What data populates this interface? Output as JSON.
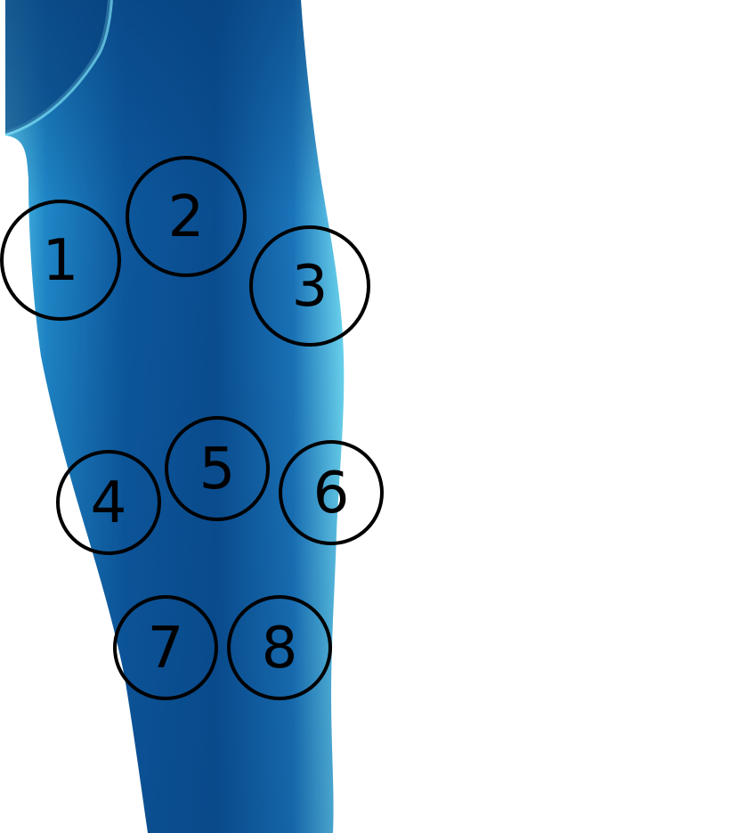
{
  "figure": {
    "colors": {
      "limb_dark": "#0a4d8f",
      "limb_mid": "#1a73b8",
      "limb_light": "#5fd0ef",
      "marker_stroke": "#000000",
      "background": "#ffffff"
    }
  },
  "markers": [
    {
      "label": "1"
    },
    {
      "label": "2"
    },
    {
      "label": "3"
    },
    {
      "label": "4"
    },
    {
      "label": "5"
    },
    {
      "label": "6"
    },
    {
      "label": "7"
    },
    {
      "label": "8"
    }
  ]
}
